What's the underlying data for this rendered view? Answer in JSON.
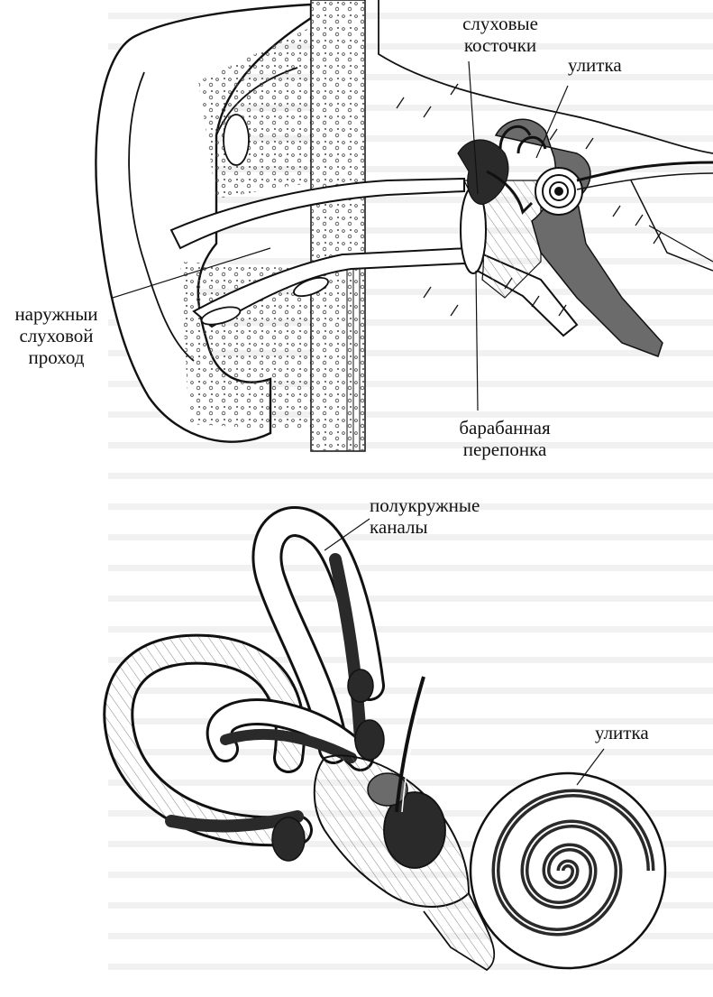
{
  "figure_top": {
    "labels": {
      "ossicles": [
        "слуховые",
        "косточки"
      ],
      "cochlea": [
        "улитка"
      ],
      "ear_canal": [
        "наружныи",
        "слуховой",
        "проход"
      ],
      "eardrum": [
        "барабанная",
        "перепонка"
      ]
    }
  },
  "figure_bottom": {
    "labels": {
      "semicircular_canals": [
        "полукружные",
        "каналы"
      ],
      "cochlea": [
        "улитка"
      ]
    }
  },
  "colors": {
    "ink": "#111111",
    "paper": "#ffffff",
    "ghost_text": "#e6e6e6",
    "fill_dark": "#2a2a2a",
    "fill_mid": "#6b6b6b"
  }
}
